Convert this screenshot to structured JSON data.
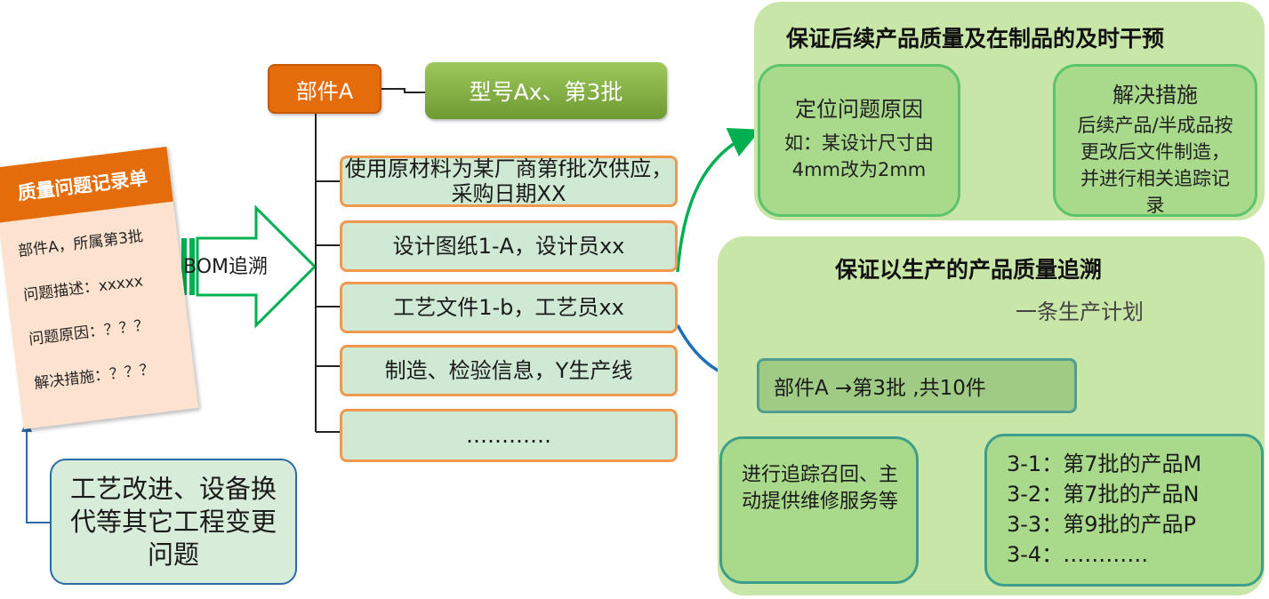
{
  "record": {
    "title": "质量问题记录单",
    "lines": [
      "部件A，所属第3批",
      "问题描述：xxxxx",
      "问题原因：？？？",
      "解决措施：？？？"
    ]
  },
  "improvement": "工艺改进、设备换代等其它工程变更问题",
  "bom_arrow_label": "BOM追溯",
  "part": "部件A",
  "model": "型号Ax、第3批",
  "bom_items": [
    "使用原材料为某厂商第f批次供应，采购日期XX",
    "设计图纸1-A，设计员xx",
    "工艺文件1-b，工艺员xx",
    "制造、检验信息，Y生产线",
    "…………"
  ],
  "top_panel": {
    "title": "保证后续产品质量及在制品的及时干预",
    "locate": {
      "heading": "定位问题原因",
      "body": "如：某设计尺寸由4mm改为2mm"
    },
    "solution": {
      "heading": "解决措施",
      "body": "后续产品/半成品按更改后文件制造，并进行相关追踪记录"
    }
  },
  "bottom_panel": {
    "title": "保证以生产的产品质量追溯",
    "plan": "一条生产计划",
    "batch": "部件A →第3批  ,共10件",
    "products": [
      "3-1：第7批的产品M",
      "3-2：第7批的产品N",
      "3-3：第9批的产品P",
      "3-4：…………"
    ],
    "recall": "进行追踪召回、主动提供维修服务等"
  },
  "colors": {
    "orange": "#e46c0a",
    "green_arrow": "#00b050",
    "blue_line": "#2b6aa5",
    "panel_bg": "#c8e6a8",
    "bom_item_bg": "#cfe9d5"
  }
}
